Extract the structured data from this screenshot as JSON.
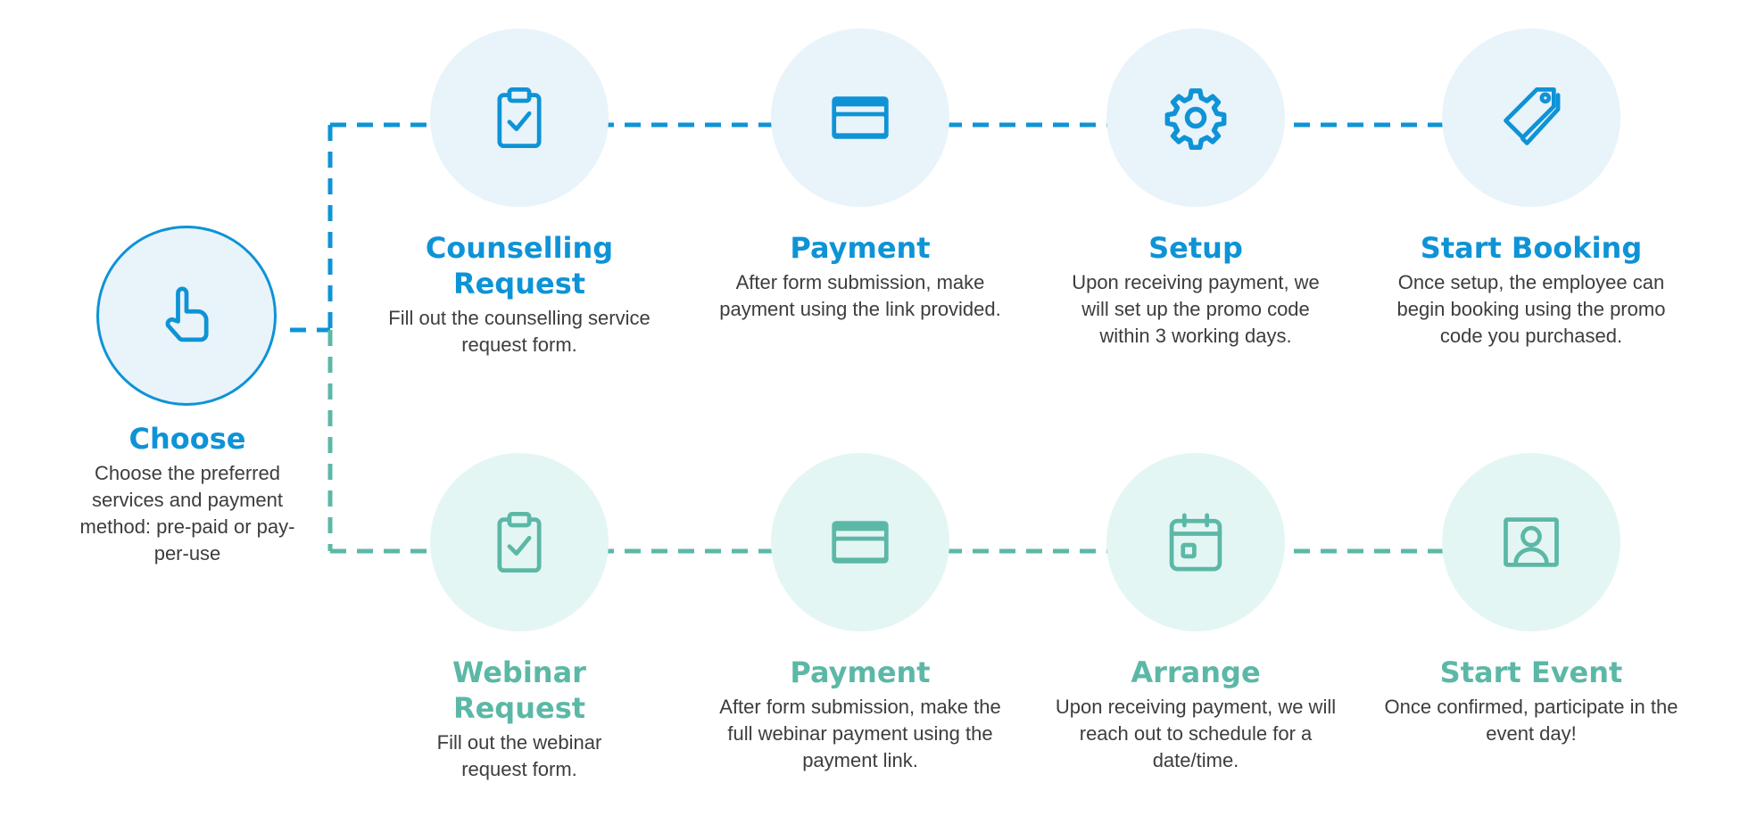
{
  "colors": {
    "blue": "#0e93d6",
    "teal": "#5cb8a6",
    "blue_bg": "#e9f3fa",
    "teal_bg": "#e4f6f4",
    "text": "#3d3d3d"
  },
  "start": {
    "title": "Choose",
    "desc": "Choose the preferred services and payment method: pre-paid or pay-per-use",
    "icon": "hand-pointer-icon"
  },
  "counselling_flow": [
    {
      "title": "Counselling Request",
      "desc": "Fill out the counselling service request form.",
      "icon": "clipboard-check-icon"
    },
    {
      "title": "Payment",
      "desc": "After form submission, make payment using the link provided.",
      "icon": "credit-card-icon"
    },
    {
      "title": "Setup",
      "desc": "Upon receiving payment, we will set up the promo code within 3 working days.",
      "icon": "gear-icon"
    },
    {
      "title": "Start Booking",
      "desc": "Once setup, the employee can begin booking using the promo code you purchased.",
      "icon": "tag-icon"
    }
  ],
  "webinar_flow": [
    {
      "title": "Webinar Request",
      "desc": "Fill out the webinar request form.",
      "icon": "clipboard-check-icon"
    },
    {
      "title": "Payment",
      "desc": "After form submission, make the full webinar payment using the payment link.",
      "icon": "credit-card-icon"
    },
    {
      "title": "Arrange",
      "desc": "Upon receiving payment, we will reach out to schedule for a date/time.",
      "icon": "calendar-icon"
    },
    {
      "title": "Start Event",
      "desc": "Once confirmed, participate in the event day!",
      "icon": "user-portrait-icon"
    }
  ]
}
